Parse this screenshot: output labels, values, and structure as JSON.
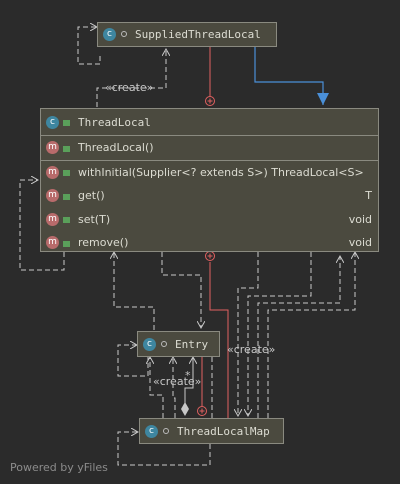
{
  "classes": {
    "supplied": {
      "name": "SuppliedThreadLocal",
      "icon": "class-icon"
    },
    "threadlocal": {
      "name": "ThreadLocal",
      "icon": "class-icon",
      "methods": [
        {
          "name": "ThreadLocal()",
          "returns": ""
        },
        {
          "name": "withInitial(Supplier<? extends S>) ThreadLocal<S>",
          "returns": ""
        },
        {
          "name": "get()",
          "returns": "T"
        },
        {
          "name": "set(T)",
          "returns": "void"
        },
        {
          "name": "remove()",
          "returns": "void"
        }
      ]
    },
    "entry": {
      "name": "Entry",
      "icon": "class-icon"
    },
    "map": {
      "name": "ThreadLocalMap",
      "icon": "class-icon"
    }
  },
  "edge_labels": {
    "create_top": "«create»",
    "create_mid": "«create»",
    "create_low": "«create»",
    "multiplicity": "*"
  },
  "icon_glyphs": {
    "class": "c",
    "method": "m"
  },
  "colors": {
    "background": "#2b2b2b",
    "node": "#4b4a3f",
    "inheritance": "#4a8fd8",
    "inner_class": "#e06060",
    "dependency": "#c8c8c8"
  },
  "footer": "Powered by yFiles"
}
